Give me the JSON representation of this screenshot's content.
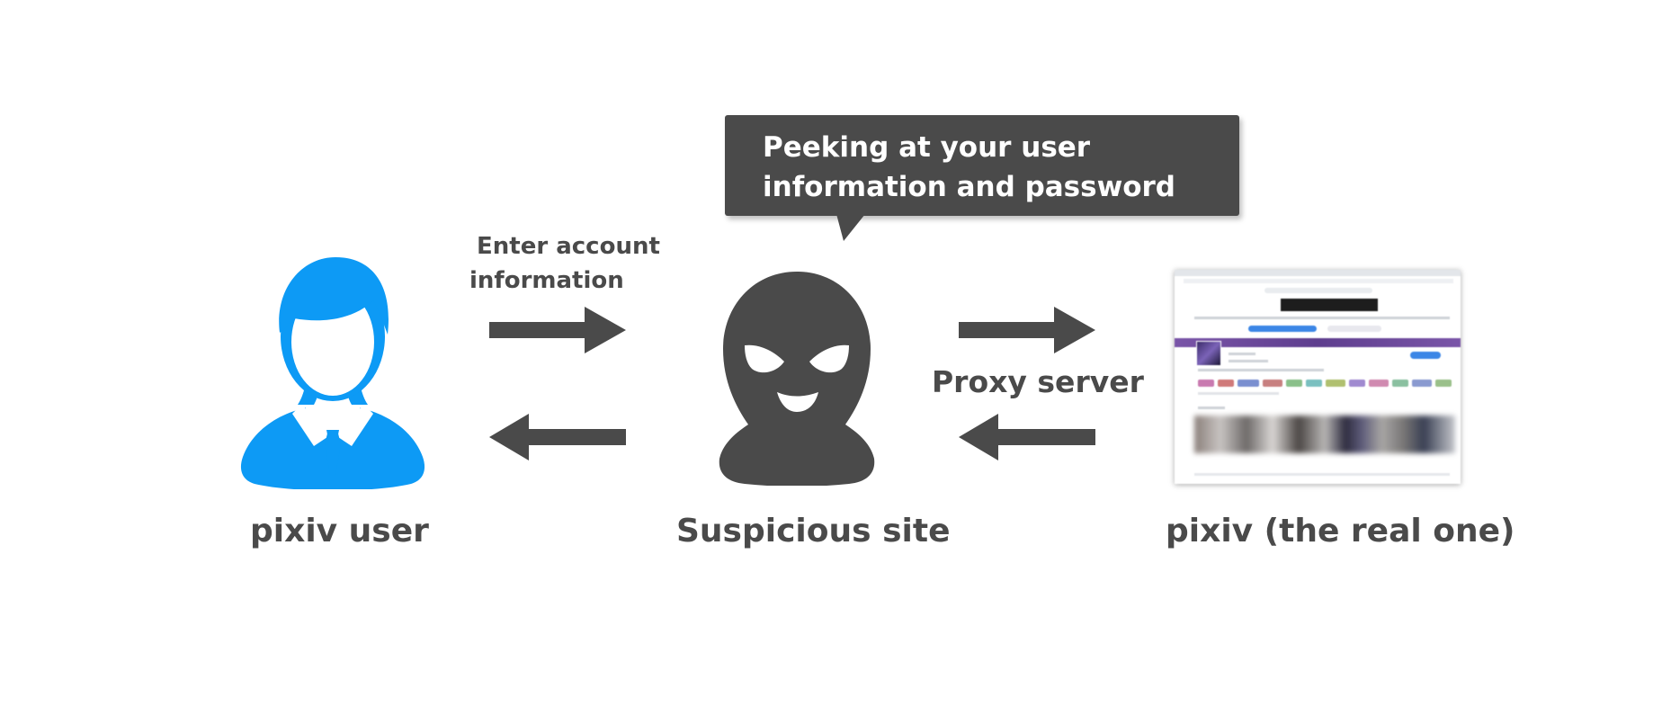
{
  "bubble": {
    "line1": "Peeking at your user",
    "line2": "information and password"
  },
  "labels": {
    "enter_line1": "Enter account",
    "enter_line2": "information",
    "proxy": "Proxy server",
    "user": "pixiv user",
    "suspicious": "Suspicious site",
    "real": "pixiv (the real one)"
  },
  "colors": {
    "user_blue": "#0d9af5",
    "dark_grey": "#4a4a4a"
  },
  "icons": {
    "user": "businessman-icon",
    "criminal": "masked-criminal-icon",
    "site": "pixiv-page-screenshot"
  }
}
